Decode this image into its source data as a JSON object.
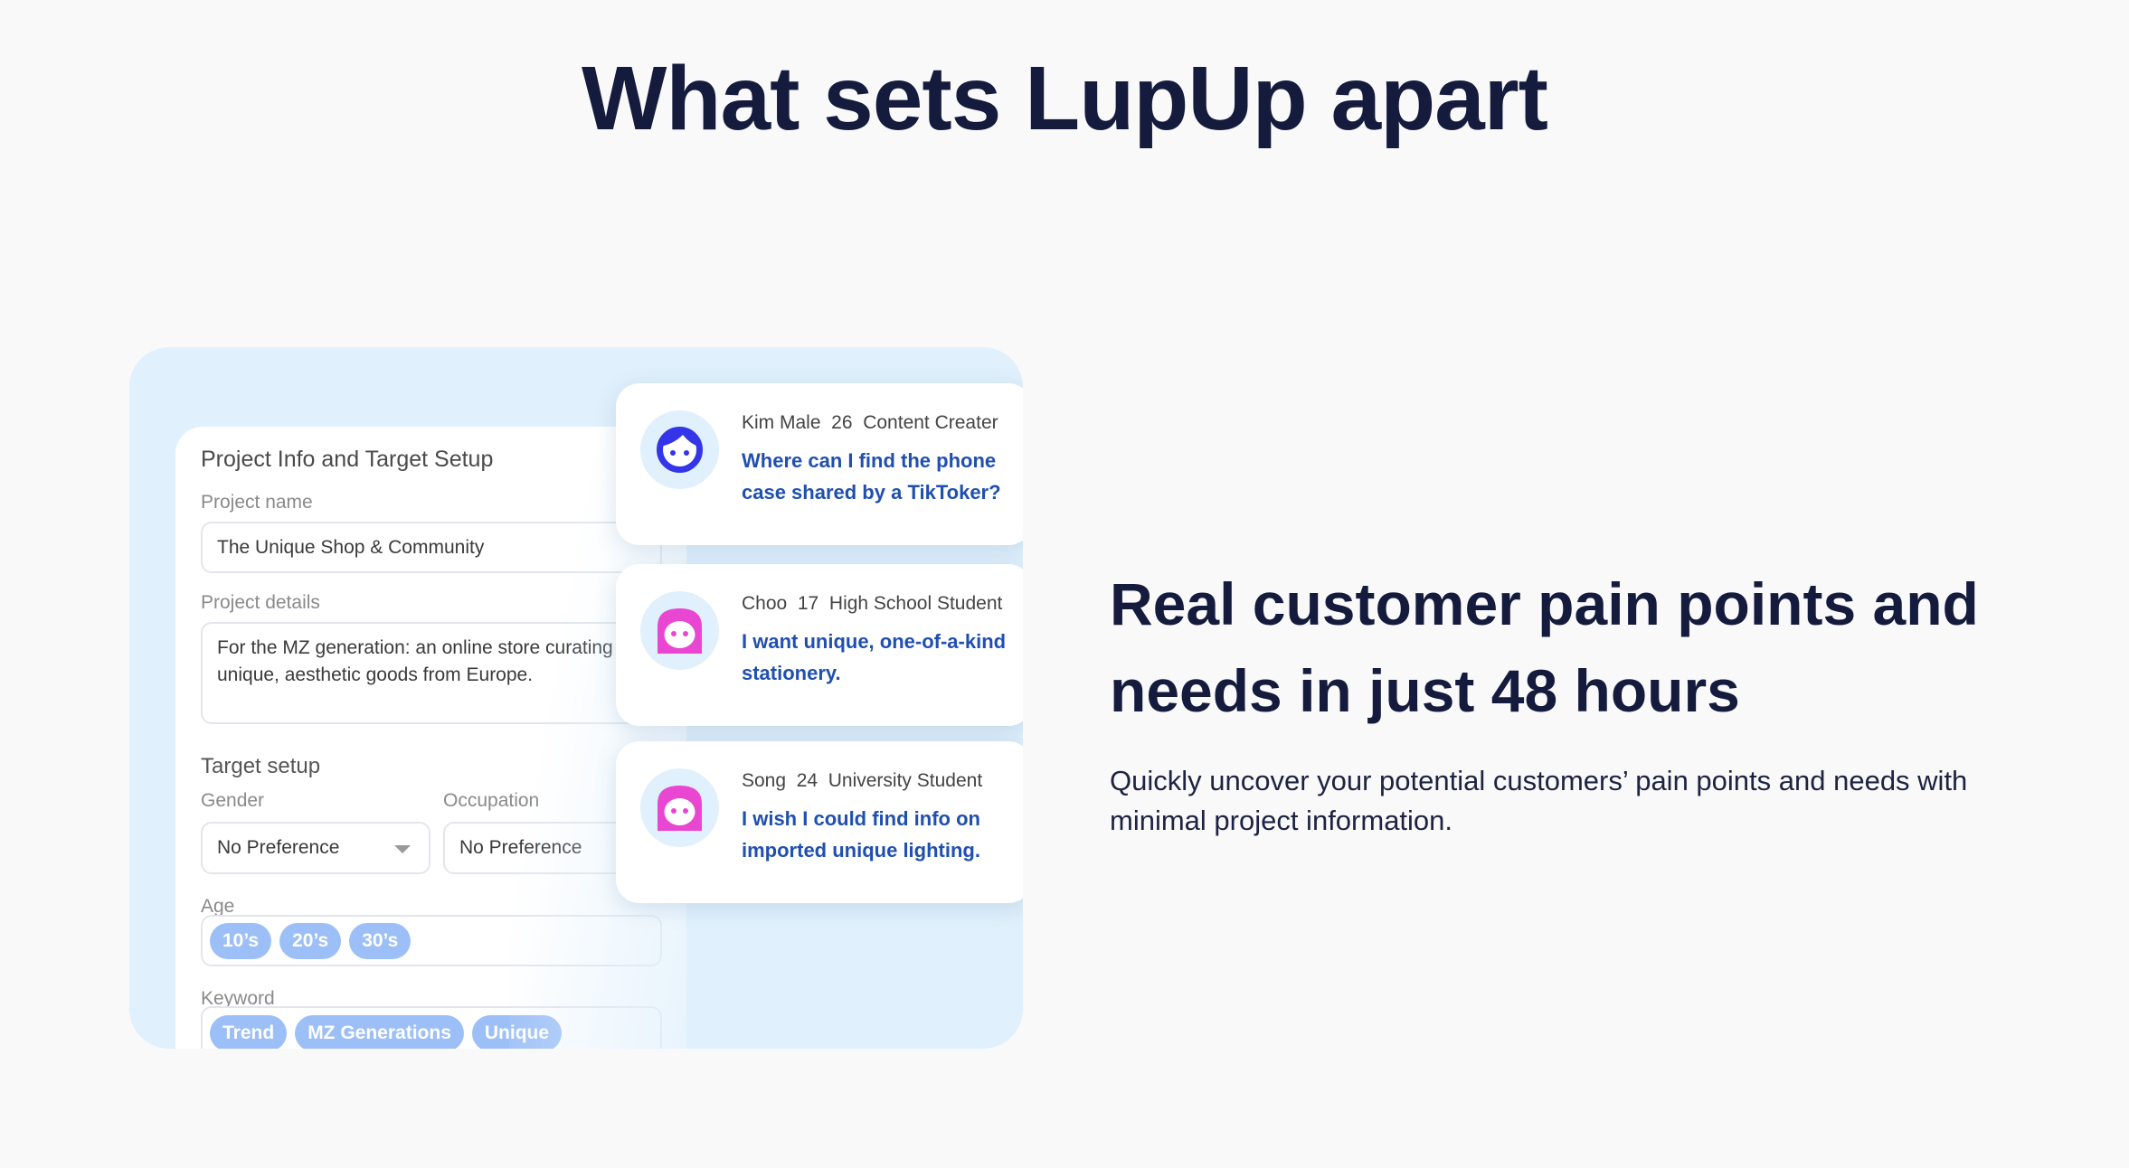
{
  "title": "What sets LupUp apart",
  "form": {
    "title": "Project Info and Target Setup",
    "project_name_label": "Project name",
    "project_name_value": "The Unique Shop & Community",
    "project_details_label": "Project details",
    "project_details_value": "For the MZ generation: an online store curating unique, aesthetic goods from Europe.",
    "target_setup_label": "Target setup",
    "gender_label": "Gender",
    "gender_value": "No Preference",
    "occupation_label": "Occupation",
    "occupation_value": "No Preference",
    "age_label": "Age",
    "ages": [
      "10’s",
      "20’s",
      "30’s"
    ],
    "keyword_label": "Keyword",
    "keywords": [
      "Trend",
      "MZ Generations",
      "Unique"
    ]
  },
  "personas": [
    {
      "meta": "Kim Male  26  Content Creater",
      "quote": "Where can I find the phone case shared by a TikToker?",
      "avatar": "male-face-icon",
      "color": "#3434e8"
    },
    {
      "meta": "Choo  17  High School Student",
      "quote": "I want unique, one-of-a-kind stationery.",
      "avatar": "female-face-icon",
      "color": "#e946d2"
    },
    {
      "meta": "Song  24  University Student",
      "quote": "I wish I could find info on imported unique lighting.",
      "avatar": "female-face-icon",
      "color": "#e946d2"
    }
  ],
  "headline": "Real customer pain points and needs in just 48 hours",
  "description": "Quickly uncover your potential customers’ pain points and needs with minimal project information."
}
